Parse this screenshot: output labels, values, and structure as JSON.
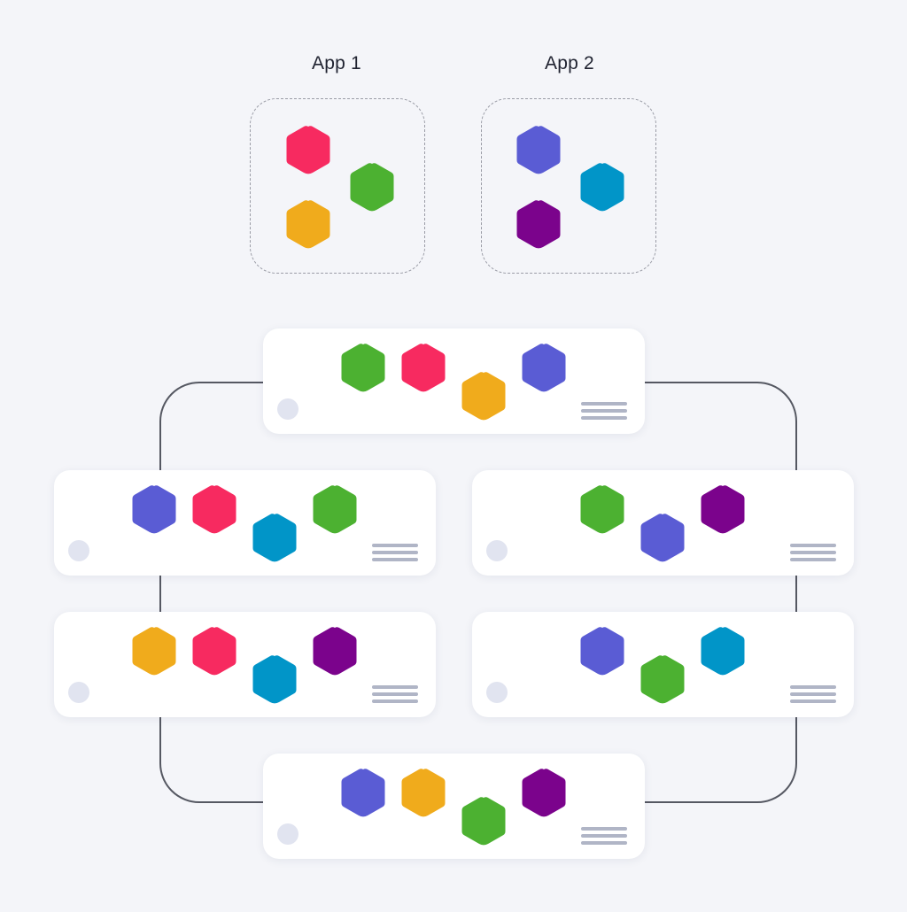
{
  "colors": {
    "red": "#f72a60",
    "green": "#4cb131",
    "orange": "#f0ab1c",
    "blue": "#5a5cd4",
    "cyan": "#0195c8",
    "purple": "#7b038c",
    "connector": "#555862",
    "background": "#f4f5f9"
  },
  "apps": [
    {
      "label": "App 1",
      "services": [
        "red",
        "green",
        "orange"
      ]
    },
    {
      "label": "App 2",
      "services": [
        "blue",
        "cyan",
        "purple"
      ]
    }
  ],
  "nodes": [
    {
      "services": [
        "green",
        "red",
        "orange",
        "blue"
      ]
    },
    {
      "services": [
        "blue",
        "red",
        "cyan",
        "green"
      ]
    },
    {
      "services": [
        "green",
        "blue",
        "purple"
      ]
    },
    {
      "services": [
        "orange",
        "red",
        "cyan",
        "purple"
      ]
    },
    {
      "services": [
        "blue",
        "green",
        "cyan"
      ]
    },
    {
      "services": [
        "blue",
        "orange",
        "green",
        "purple"
      ]
    }
  ]
}
